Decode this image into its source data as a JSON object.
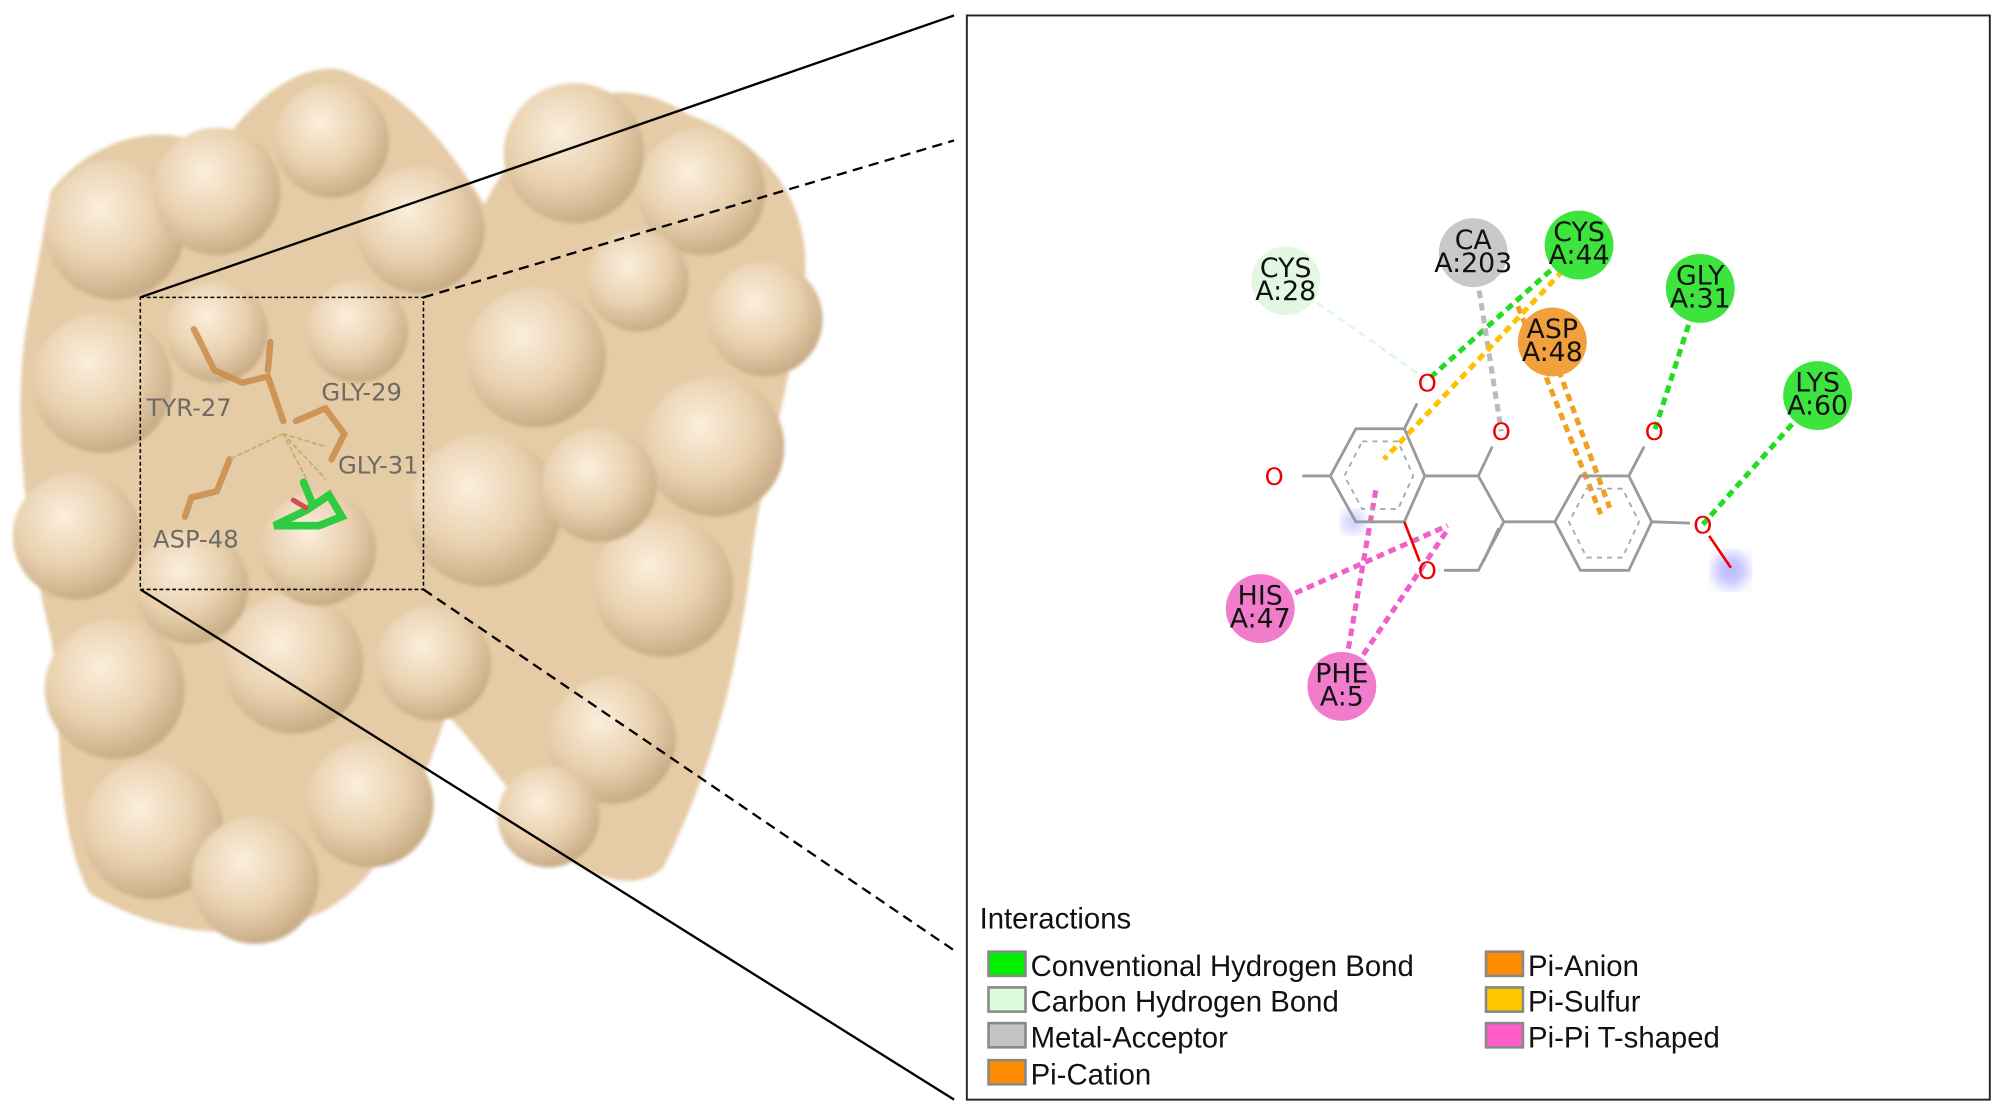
{
  "structure_labels": {
    "tyr27": "TYR-27",
    "gly29": "GLY-29",
    "gly31": "GLY-31",
    "asp48": "ASP-48"
  },
  "atom_label": "O",
  "residues": [
    {
      "key": "cys28",
      "name": "CYS",
      "id": "A:28",
      "type": "carbon_hbond"
    },
    {
      "key": "ca203",
      "name": "CA",
      "id": "A:203",
      "type": "metal"
    },
    {
      "key": "cys44",
      "name": "CYS",
      "id": "A:44",
      "type": "conv_hbond"
    },
    {
      "key": "gly31",
      "name": "GLY",
      "id": "A:31",
      "type": "conv_hbond"
    },
    {
      "key": "asp48",
      "name": "ASP",
      "id": "A:48",
      "type": "pi_anion"
    },
    {
      "key": "lys60",
      "name": "LYS",
      "id": "A:60",
      "type": "conv_hbond"
    },
    {
      "key": "his47",
      "name": "HIS",
      "id": "A:47",
      "type": "pi_pi"
    },
    {
      "key": "phe5",
      "name": "PHE",
      "id": "A:5",
      "type": "pi_pi"
    }
  ],
  "legend": {
    "title": "Interactions",
    "items": [
      {
        "label": "Conventional Hydrogen Bond",
        "color": "#00ee00"
      },
      {
        "label": "Carbon Hydrogen Bond",
        "color": "#dcfadc"
      },
      {
        "label": "Metal-Acceptor",
        "color": "#c4c4c4"
      },
      {
        "label": "Pi-Cation",
        "color": "#ff8c00"
      },
      {
        "label": "Pi-Anion",
        "color": "#ff8c00"
      },
      {
        "label": "Pi-Sulfur",
        "color": "#ffc800"
      },
      {
        "label": "Pi-Pi T-shaped",
        "color": "#ff5ccc"
      }
    ]
  }
}
